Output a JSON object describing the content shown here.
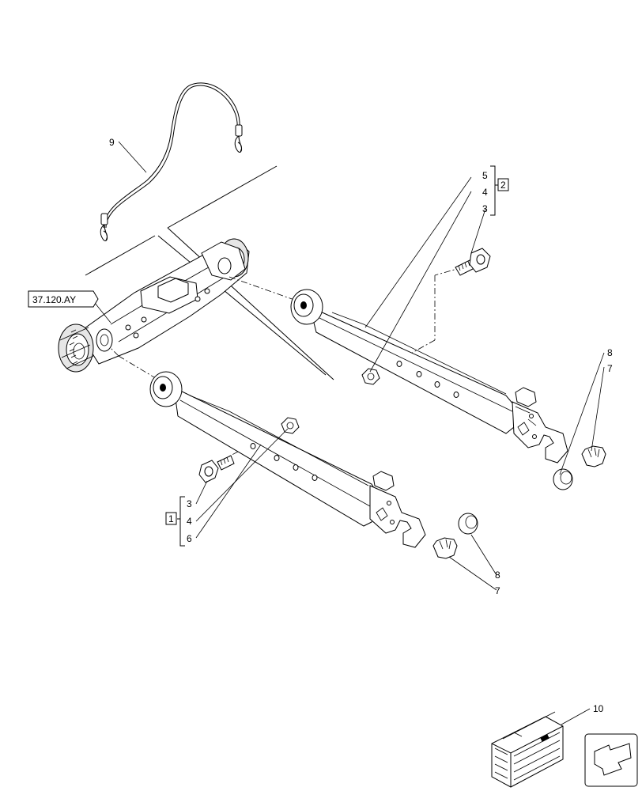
{
  "callouts": {
    "c9": "9",
    "c5": "5",
    "c4r": "4",
    "c3r": "3",
    "kit2": "2",
    "ref": "37.120.AY",
    "c8r": "8",
    "c7r": "7",
    "kit1": "1",
    "c3l": "3",
    "c4l": "4",
    "c6": "6",
    "c8l": "8",
    "c7l": "7",
    "c10": "10"
  }
}
